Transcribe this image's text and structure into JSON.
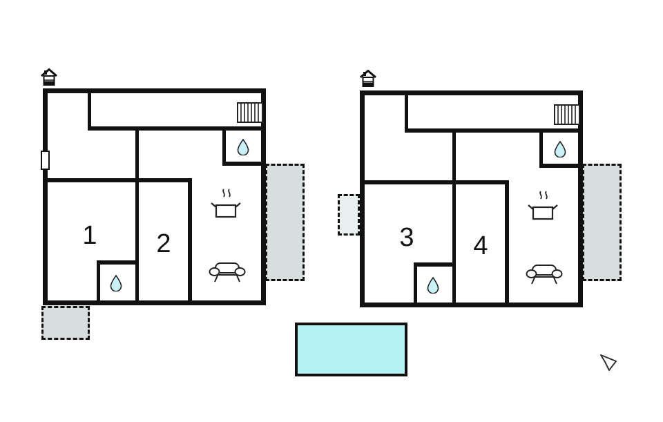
{
  "colors": {
    "wall": "#111111",
    "terrace_fill": "#d8dddd",
    "terrace_fill_light": "#e9eeee",
    "pool_fill": "#b5f2f4",
    "drop_fill": "#c9f1f6",
    "icon_stroke": "#222222",
    "background": "#ffffff"
  },
  "units": [
    {
      "id": "unit-1",
      "rooms": [
        {
          "label": "1"
        },
        {
          "label": "2"
        }
      ]
    },
    {
      "id": "unit-2",
      "rooms": [
        {
          "label": "3"
        },
        {
          "label": "4"
        }
      ]
    }
  ],
  "icons": {
    "entrance": "house-icon",
    "water": "water-drop-icon",
    "cooking": "pot-with-steam-icon",
    "lounge": "sofa-icon",
    "heating": "radiator-icon",
    "pointer": "cursor-arrow-icon"
  }
}
